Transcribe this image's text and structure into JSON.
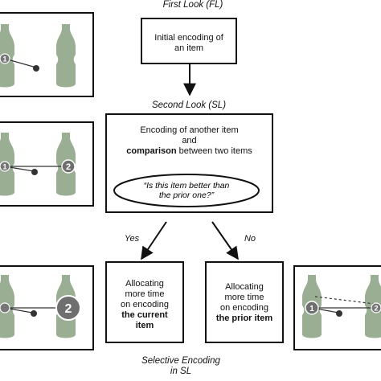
{
  "stages": {
    "first_look": "First Look (FL)",
    "second_look": "Second Look (SL)",
    "selective_encoding_line1": "Selective Encoding",
    "selective_encoding_line2": "in SL"
  },
  "boxes": {
    "initial": [
      "Initial encoding of",
      "an item"
    ],
    "comparison": {
      "line1": "Encoding of another item",
      "line2": "and",
      "line3_bold": "comparison",
      "line3_rest": " between two items",
      "question_line1": "“Is this item better than",
      "question_line2": "the prior one?”"
    },
    "current": {
      "lines": [
        "Allocating",
        "more time",
        "on encoding"
      ],
      "bold_lines": [
        "the current",
        "item"
      ]
    },
    "prior": {
      "lines": [
        "Allocating",
        "more time",
        "on encoding"
      ],
      "bold": "the prior item"
    }
  },
  "branches": {
    "yes": "Yes",
    "no": "No"
  },
  "markers": {
    "one": "1",
    "two": "2"
  },
  "colors": {
    "bottle": "#9aae94",
    "stroke": "#111111",
    "marker_large": "#6f6f6f"
  }
}
